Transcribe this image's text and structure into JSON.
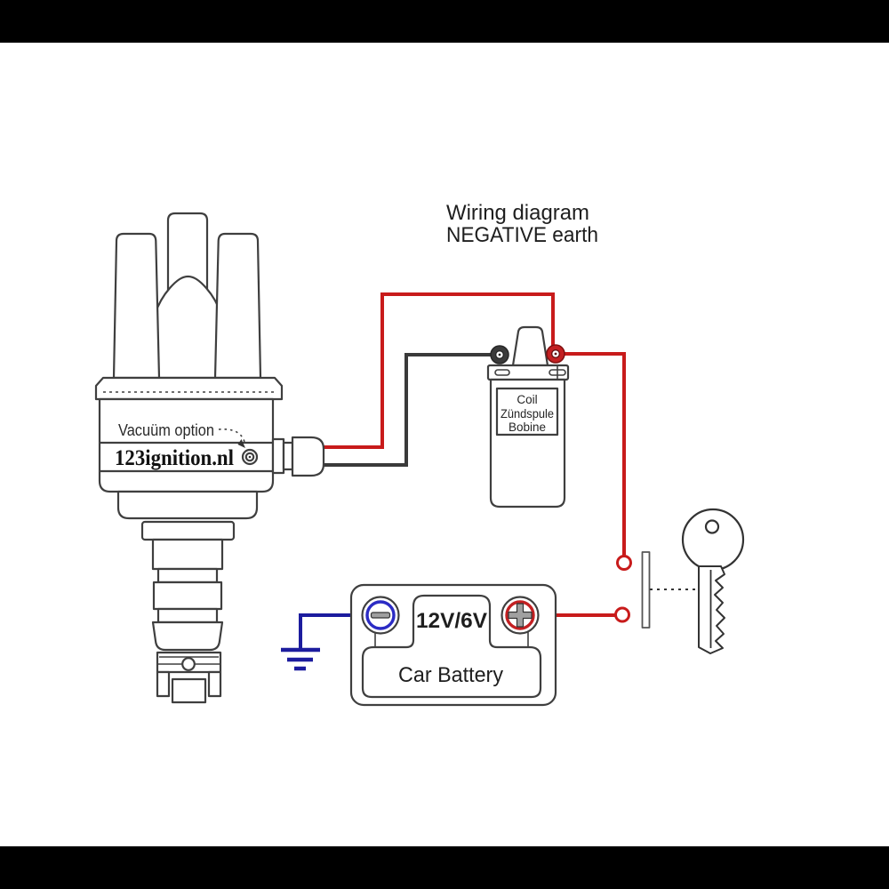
{
  "title": {
    "line1": "Wiring diagram",
    "line2": "NEGATIVE earth"
  },
  "distributor": {
    "brand": "123ignition.nl",
    "vacuum_label": "Vacuüm option"
  },
  "coil": {
    "line1": "Coil",
    "line2": "Zündspule",
    "line3": "Bobine"
  },
  "battery": {
    "voltage": "12V/6V",
    "name": "Car Battery"
  },
  "colors": {
    "positive_wire": "#c81b1b",
    "signal_wire": "#3a3a3a",
    "ground_wire": "#1c1c9e",
    "negative_terminal": "#2b2bc4",
    "positive_terminal": "#c32022",
    "linework": "#3f3f3f",
    "frame_bar": "#000000"
  }
}
